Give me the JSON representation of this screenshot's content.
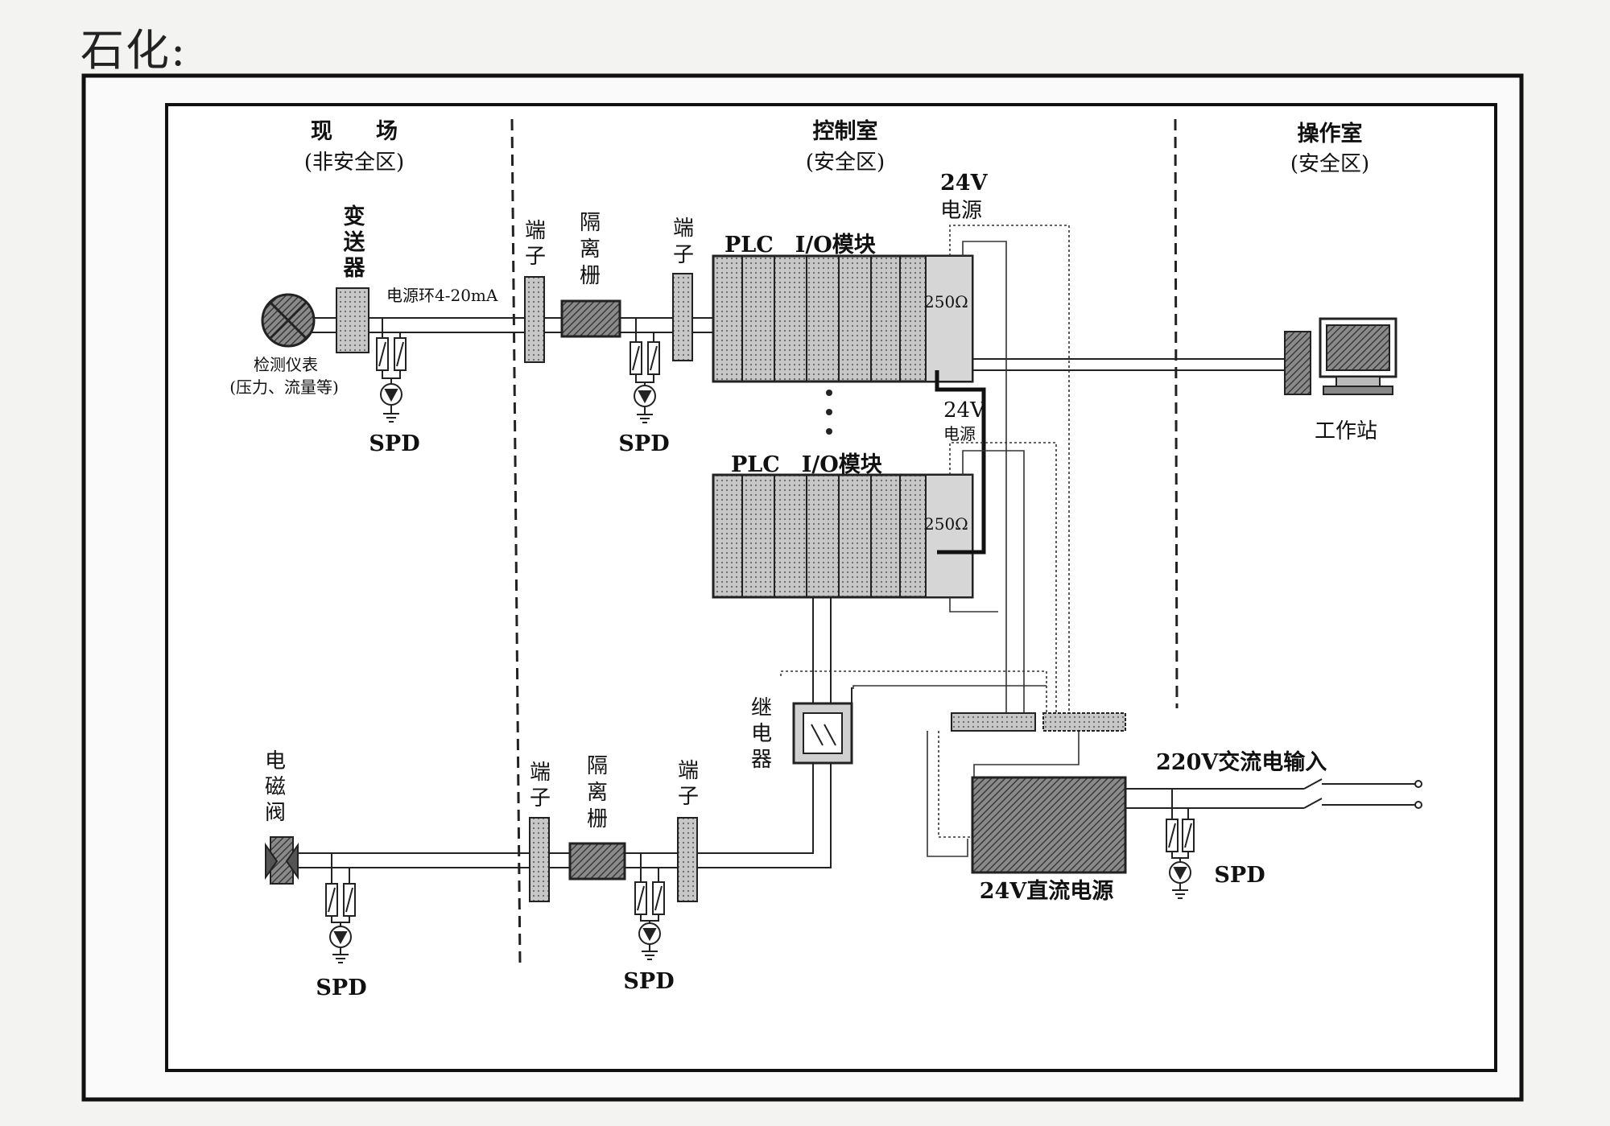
{
  "heading": "石化:",
  "zones": {
    "field": {
      "title": "现　　场",
      "subtitle": "(非安全区)"
    },
    "control": {
      "title": "控制室",
      "subtitle": "(安全区)"
    },
    "operation": {
      "title": "操作室",
      "subtitle": "(安全区)"
    }
  },
  "labels": {
    "transmitter": [
      "变",
      "送",
      "器"
    ],
    "loop": "电源环4-20mA",
    "instrument": "检测仪表",
    "instrument_note": "(压力、流量等)",
    "terminal": [
      "端",
      "子"
    ],
    "barrier": [
      "隔",
      "离",
      "栅"
    ],
    "spd": "SPD",
    "plc_top": "PLC　I/O模块",
    "plc_bottom": "PLC　I/O模块",
    "power24_top": [
      "24V",
      "电源"
    ],
    "power24_mid": [
      "24V",
      "电源"
    ],
    "resistor": "250Ω",
    "workstation": "工作站",
    "solenoid": [
      "电",
      "磁",
      "阀"
    ],
    "relay": [
      "继",
      "电",
      "器"
    ],
    "ac_input": "220V交流电输入",
    "dc_supply": "24V直流电源",
    "dots": "⋮"
  },
  "colors": {
    "line": "#222222",
    "module_fill": "#b9b9b9",
    "dark_fill": "#5a5a5a",
    "frame": "#111111"
  }
}
